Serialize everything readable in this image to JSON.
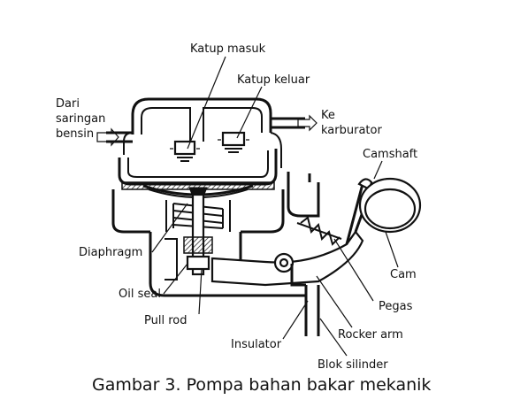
{
  "labels": {
    "katup_masuk": "Katup masuk",
    "katup_keluar": "Katup keluar",
    "dari_line1": "Dari",
    "dari_line2": "saringan",
    "dari_line3": "bensin",
    "ke_line1": "Ke",
    "ke_line2": "karburator",
    "camshaft": "Camshaft",
    "diaphragm": "Diaphragm",
    "cam": "Cam",
    "oil_seal": "Oil seal",
    "pegas": "Pegas",
    "pull_rod": "Pull rod",
    "rocker_arm": "Rocker arm",
    "insulator": "Insulator",
    "blok_silinder": "Blok silinder"
  },
  "caption": "Gambar 3. Pompa bahan bakar mekanik",
  "colors": {
    "ink": "#111111",
    "background": "#ffffff"
  }
}
